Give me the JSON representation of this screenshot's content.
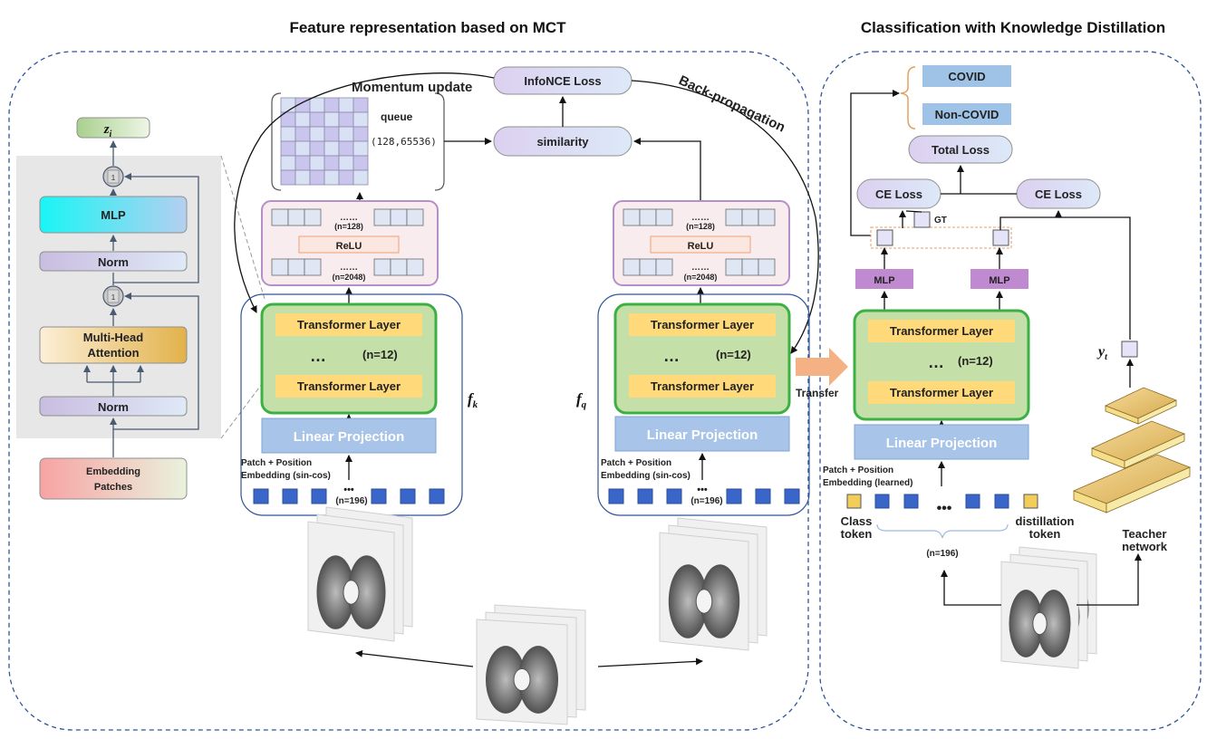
{
  "titles": {
    "left": "Feature representation based on MCT",
    "right": "Classification with Knowledge Distillation"
  },
  "encoder_block": {
    "output": "z",
    "output_sub": "i",
    "mlp": "MLP",
    "norm_top": "Norm",
    "attention_line1": "Multi-Head",
    "attention_line2": "Attention",
    "norm_bottom": "Norm",
    "embedding_line1": "Embedding",
    "embedding_line2": "Patches",
    "add_symbol": "1"
  },
  "center": {
    "infonce": "InfoNCE Loss",
    "similarity": "similarity",
    "queue_label": "queue",
    "queue_dims": "(128,65536)",
    "momentum_update": "Momentum update",
    "back_propagation": "Back-propagation"
  },
  "projector": {
    "dots": "……",
    "n_top": "(n=128)",
    "relu": "ReLU",
    "n_bottom": "(n=2048)"
  },
  "transformer": {
    "layer": "Transformer Layer",
    "dots": "…",
    "count": "(n=12)",
    "linear_projection": "Linear Projection",
    "patch_line1": "Patch + Position",
    "patch_line2_sincos": "Embedding (sin-cos)",
    "patch_line2_learned": "Embedding (learned)",
    "patch_dots": "•••",
    "patch_count": "(n=196)"
  },
  "encoders": {
    "fk": "f",
    "fk_sub": "k",
    "fq": "f",
    "fq_sub": "q"
  },
  "transfer": "Transfer",
  "classification": {
    "class_covid": "COVID",
    "class_noncovid": "Non-COVID",
    "total_loss": "Total Loss",
    "ce_loss": "CE Loss",
    "gt": "GT",
    "mlp": "MLP",
    "yt": "y",
    "yt_sub": "t",
    "class_token_line1": "Class",
    "class_token_line2": "token",
    "distill_token_line1": "distillation",
    "distill_token_line2": "token",
    "token_count": "(n=196)",
    "token_dots": "•••",
    "teacher_line1": "Teacher",
    "teacher_line2": "network"
  },
  "colors": {
    "panel_border": "#2f5597",
    "transformer_fill": "#c5dfa8",
    "transformer_border": "#3cb043",
    "layer_fill": "#ffd97a",
    "linear_fill": "#a8c4e8",
    "projector_fill": "#f8ecef",
    "projector_border": "#b58fc8",
    "relu_border": "#f0a070",
    "mlp_purple": "#c08ad0",
    "class_blue": "#9fc3e7",
    "patch_blue": "#3a66c9",
    "token_yellow": "#f2cd5a",
    "transfer_orange": "#f4b183"
  }
}
